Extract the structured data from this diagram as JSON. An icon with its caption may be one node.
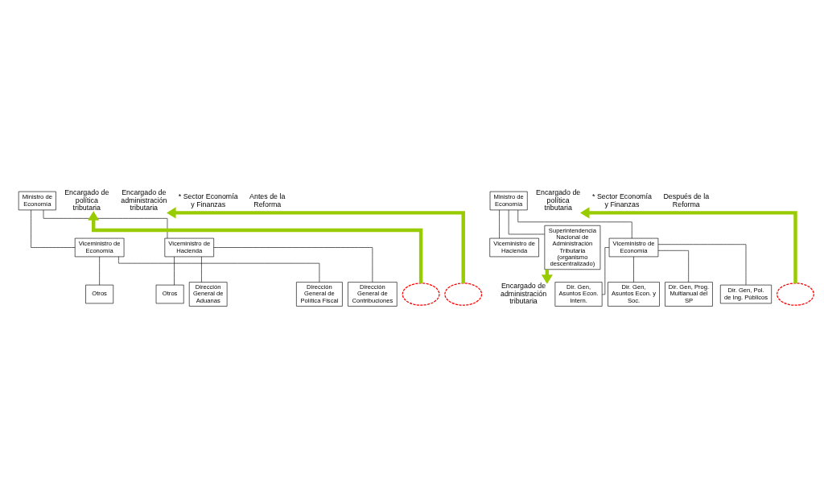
{
  "diagram": {
    "nodes": [
      {
        "text": [
          "Ministro de Economía"
        ]
      },
      {
        "text": [
          "Viceministro de Economía"
        ]
      },
      {
        "text": [
          "Viceministro de Hacienda"
        ]
      },
      {
        "text": [
          "Dirección General de Política Fiscal"
        ]
      },
      {
        "text": [
          "Otros"
        ]
      },
      {
        "text": [
          "Dirección General de Contribuciones"
        ]
      },
      {
        "text": [
          "Dirección General de Aduanas"
        ]
      },
      {
        "text": [
          "Otros"
        ]
      },
      {
        "text": [],
        "shape": "ellipse"
      },
      {
        "text": [],
        "shape": "ellipse"
      },
      {
        "text": [
          "Encargado de política tributaria"
        ]
      },
      {
        "text": [
          "Encargado de administración tributaria"
        ]
      },
      {
        "text": [
          "Ministro de Economía"
        ]
      },
      {
        "text": [
          "Viceministro de Economía"
        ]
      },
      {
        "text": [
          "Viceministro de Hacienda"
        ]
      },
      {
        "text": [
          "Dir. Gen, Asuntos Econ. y Soc."
        ]
      },
      {
        "text": [
          "Dir. Gen, Pol. de Ing. Públicos"
        ]
      },
      {
        "text": [
          "Dir. Gen, Prog. Multianual del SP"
        ]
      },
      {
        "text": [
          "Dir. Gen, Asuntos Econ. Intern."
        ]
      },
      {
        "text": [
          "Superintendencia Nacional de Administración Tributaria (organismo descentralizado)"
        ]
      },
      {
        "text": [],
        "shape": "ellipse"
      },
      {
        "text": [
          "Encargado de política tributaria"
        ]
      },
      {
        "text": [
          "Encargado de administración tributaria"
        ]
      }
    ],
    "edges": [
      {
        "from": 0,
        "to": 1,
        "arrow": "none"
      },
      {
        "from": 0,
        "to": 2,
        "arrow": "none"
      },
      {
        "from": 1,
        "to": 3,
        "arrow": "none"
      },
      {
        "from": 1,
        "to": 4,
        "arrow": "none"
      },
      {
        "from": 2,
        "to": 5,
        "arrow": "none"
      },
      {
        "from": 2,
        "to": 6,
        "arrow": "none"
      },
      {
        "from": 2,
        "to": 7,
        "arrow": "none"
      },
      {
        "from": 8,
        "to": 10,
        "arrow": "to",
        "style": "thick",
        "color": "#99cc00"
      },
      {
        "from": 9,
        "to": 11,
        "arrow": "to",
        "style": "thick",
        "color": "#99cc00"
      },
      {
        "from": 12,
        "to": 13,
        "arrow": "none"
      },
      {
        "from": 12,
        "to": 14,
        "arrow": "none"
      },
      {
        "from": 12,
        "to": 19,
        "arrow": "none"
      },
      {
        "from": 13,
        "to": 15,
        "arrow": "none"
      },
      {
        "from": 13,
        "to": 16,
        "arrow": "none"
      },
      {
        "from": 13,
        "to": 17,
        "arrow": "none"
      },
      {
        "from": 13,
        "to": 18,
        "arrow": "none"
      },
      {
        "from": 20,
        "to": 21,
        "arrow": "to",
        "style": "thick",
        "color": "#99cc00"
      },
      {
        "from": 19,
        "to": 22,
        "arrow": "to",
        "style": "thick",
        "color": "#99cc00"
      }
    ],
    "labels": [
      "Antes de la Reforma",
      "* Sector Economía y Finanzas",
      "Después de la Reforma",
      "* Sector Economía y Finanzas"
    ]
  }
}
